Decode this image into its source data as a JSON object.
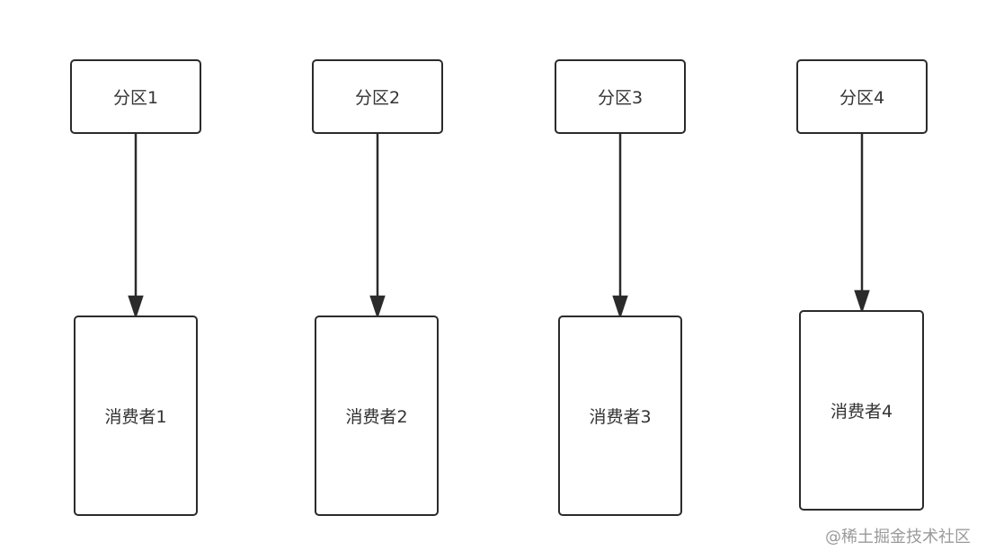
{
  "partitions": [
    {
      "label": "分区1"
    },
    {
      "label": "分区2"
    },
    {
      "label": "分区3"
    },
    {
      "label": "分区4"
    }
  ],
  "consumers": [
    {
      "label": "消费者1"
    },
    {
      "label": "消费者2"
    },
    {
      "label": "消费者3"
    },
    {
      "label": "消费者4"
    }
  ],
  "watermark": "@稀土掘金技术社区",
  "colors": {
    "stroke": "#2b2b2b",
    "text": "#333333",
    "watermark": "#9a9a9a"
  }
}
